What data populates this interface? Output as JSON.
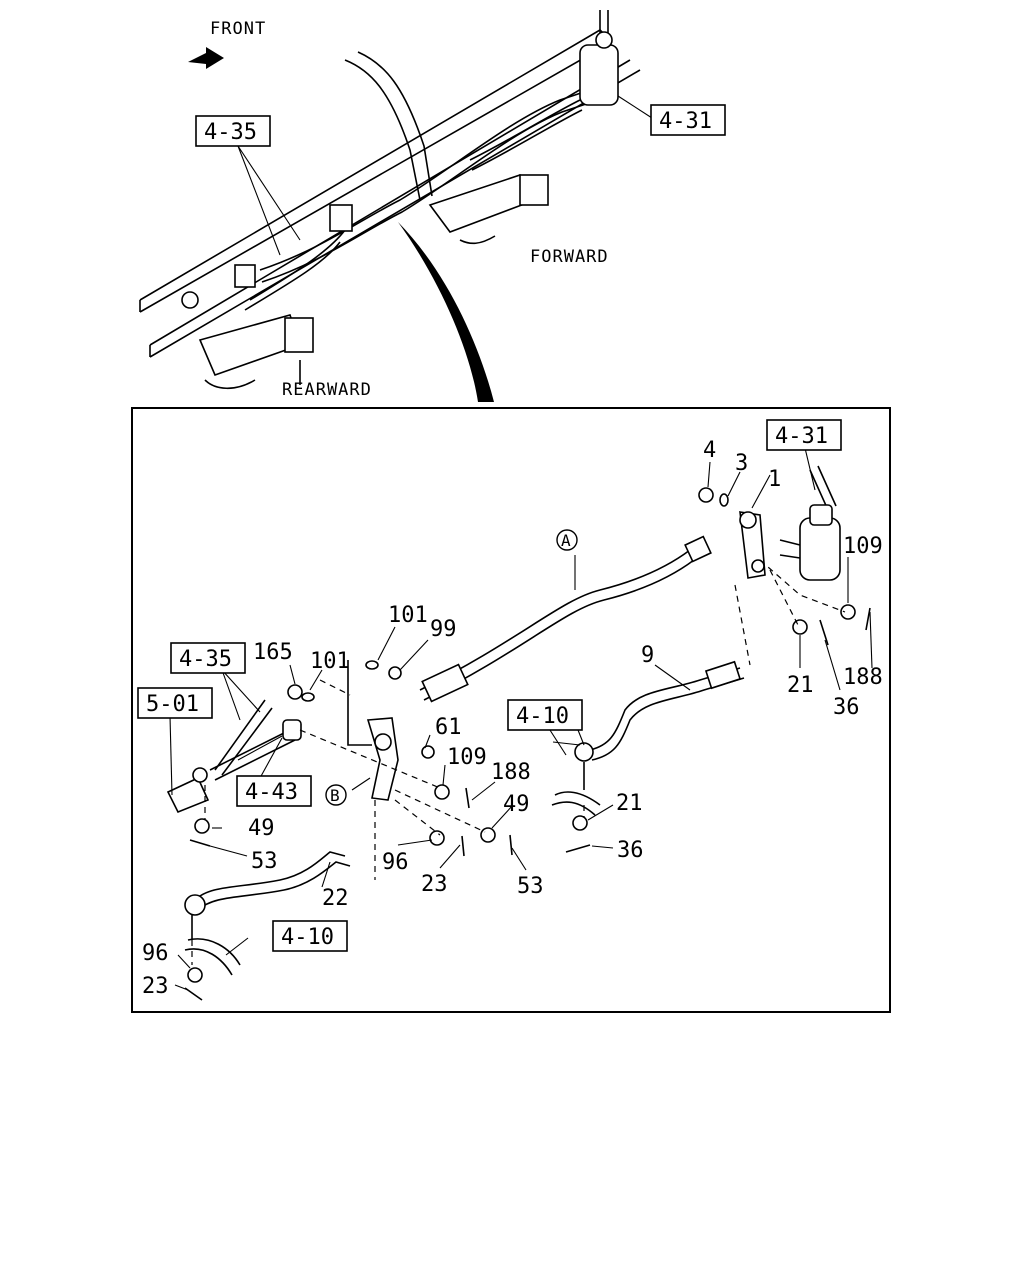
{
  "overview": {
    "front": "FRONT",
    "forward": "FORWARD",
    "rearward": "REARWARD",
    "refs": [
      "4-35",
      "4-31"
    ]
  },
  "detail": {
    "refs": [
      "4-31",
      "4-35",
      "5-01",
      "4-43",
      "4-10",
      "4-10"
    ],
    "callouts": [
      "A",
      "B"
    ],
    "numbers": [
      "4",
      "3",
      "1",
      "109",
      "101",
      "99",
      "165",
      "101",
      "9",
      "21",
      "188",
      "36",
      "61",
      "109",
      "188",
      "49",
      "21",
      "49",
      "53",
      "96",
      "23",
      "53",
      "36",
      "22",
      "96",
      "23"
    ]
  }
}
